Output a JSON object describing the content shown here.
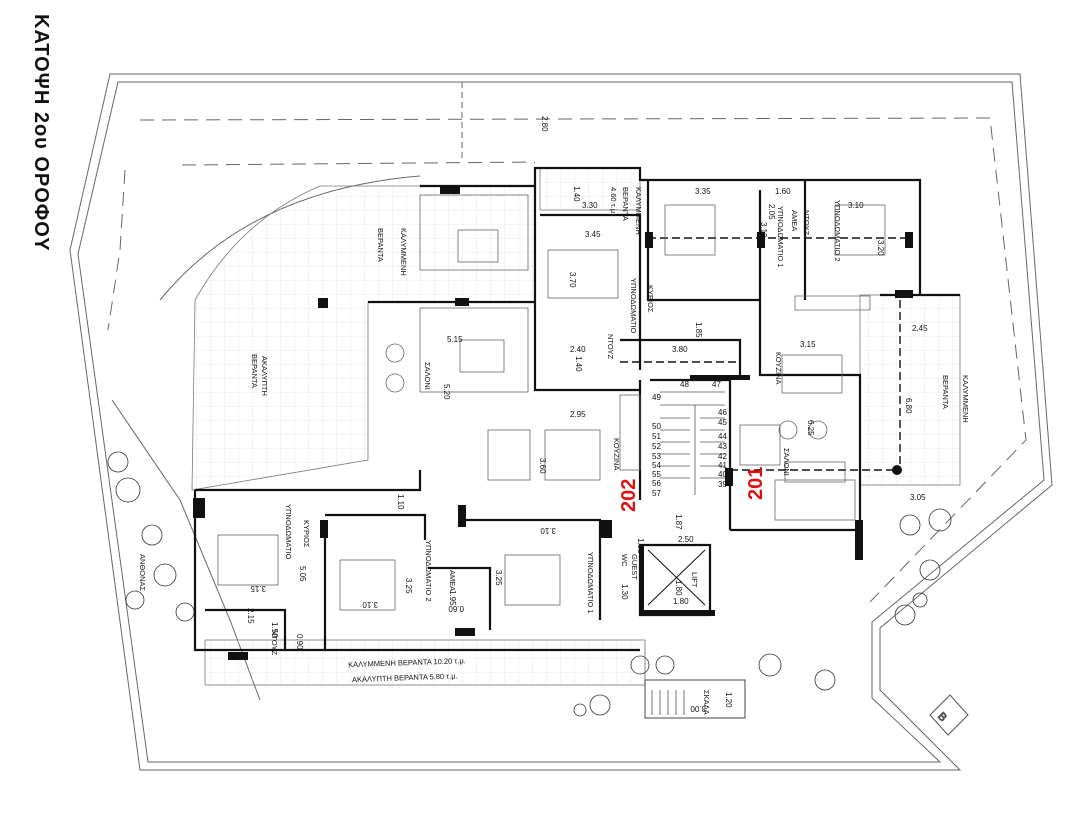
{
  "title": "ΚΑΤΟΨΗ 2ου ΟΡΟΦΟΥ",
  "colors": {
    "walls": "#111111",
    "lines": "#555555",
    "grid": "#dddddd",
    "unit_numbers": "#d11111"
  },
  "units": [
    "201",
    "202"
  ],
  "rooms": {
    "covered_veranda_top": [
      "ΚΑΛΥΜΜΕΝΗ",
      "ΒΕΡΑΝΤΑ"
    ],
    "covered_veranda_small": [
      "ΚΑΛΥΜΜΕΝΗ",
      "ΒΕΡΑΝΤΑ",
      "4.60 τ.μ."
    ],
    "uncovered_veranda_left": [
      "ΑΚΑΛΥΠΤΗ",
      "ΒΕΡΑΝΤΑ"
    ],
    "living_202": "ΣΑΛΟΝΙ",
    "kitchen_202": "ΚΟΥΖΙΝΑ",
    "master_bedroom_top": [
      "ΚΥΡΙΟΣ",
      "ΥΠΝΟΔΩΜΑΤΙΟ"
    ],
    "shower_top": "ΝΤΟΥΖ",
    "bedroom1_201": "ΥΠΝΟΔΩΜΑΤΙΟ 1",
    "bedroom2_201": "ΥΠΝΟΔΩΜΑΤΙΟ 2",
    "shower_amea": [
      "ΝΤΟΥΖ",
      "ΑΜΕΑ"
    ],
    "kitchen_201": "ΚΟΥΖΙΝΑ",
    "living_201": "ΣΑΛΟΝΙ",
    "covered_veranda_right": [
      "ΚΑΛΥΜΜΕΝΗ",
      "ΒΕΡΑΝΤΑ"
    ],
    "master_bedroom_left": [
      "ΚΥΡΙΟΣ",
      "ΥΠΝΟΔΩΜΑΤΙΟ"
    ],
    "bedroom2_202": "ΥΠΝΟΔΩΜΑΤΙΟ 2",
    "bedroom1_202": "ΥΠΝΟΔΩΜΑΤΙΟ 1",
    "shower_left": "ΝΤΟΥΖ",
    "wc_amea": "ΑΜΕΑ",
    "guest_wc": [
      "GUEST",
      "WC"
    ],
    "lift": "LIFT",
    "stairs": "ΣΚΑΛΑ",
    "garden": "ΑΝΘΟΝΑΣ",
    "covered_veranda_bottom": "ΚΑΛΥΜΜΕΝΗ ΒΕΡΑΝΤΑ 10.20 τ.μ.",
    "uncovered_veranda_bottom": "ΑΚΑΛΥΠΤΗ ΒΕΡΑΝΤΑ 5.80 τ.μ."
  },
  "dimensions": {
    "d_2_80": "2.80",
    "d_1_40": "1.40",
    "d_3_30": "3.30",
    "d_3_35": "3.35",
    "d_3_10a": "3.10",
    "d_1_60": "1.60",
    "d_3_10b": "3.10",
    "d_3_45": "3.45",
    "d_3_70": "3.70",
    "d_2_05": "2.05",
    "d_3_20": "3.20",
    "d_2_45": "2.45",
    "d_5_15": "5.15",
    "d_5_20": "5.20",
    "d_2_40": "2.40",
    "d_1_40b": "1.40",
    "d_3_80": "3.80",
    "d_1_85": "1.85",
    "d_3_15a": "3.15",
    "d_6_80": "6.80",
    "d_2_95": "2.95",
    "d_3_60": "3.60",
    "d_6_25": "6.25",
    "d_3_05": "3.05",
    "d_1_10": "1.10",
    "d_3_10c": "3.10",
    "d_1_87": "1.87",
    "d_2_50": "2.50",
    "d_5_05": "5.05",
    "d_3_15b": "3.15",
    "d_3_10d": "3.10",
    "d_3_25a": "3.25",
    "d_3_25b": "3.25",
    "d_1_95a": "1.95",
    "d_1_30": "1.30",
    "d_1_80a": "1.80",
    "d_1_80b": "1.80",
    "d_2_15": "2.15",
    "d_1_50": "1.50",
    "d_0_90": "0.90",
    "d_1_95b": "1.95",
    "d_0_60": "0.60",
    "d_1_20": "1.20",
    "d_3_00": "3.00"
  },
  "stair_steps_left": [
    "49",
    "50",
    "51",
    "52",
    "53",
    "54",
    "55",
    "56",
    "57"
  ],
  "stair_steps_right": [
    "46",
    "45",
    "44",
    "43",
    "42",
    "41",
    "40",
    "39"
  ],
  "stair_top": [
    "48",
    "47"
  ]
}
